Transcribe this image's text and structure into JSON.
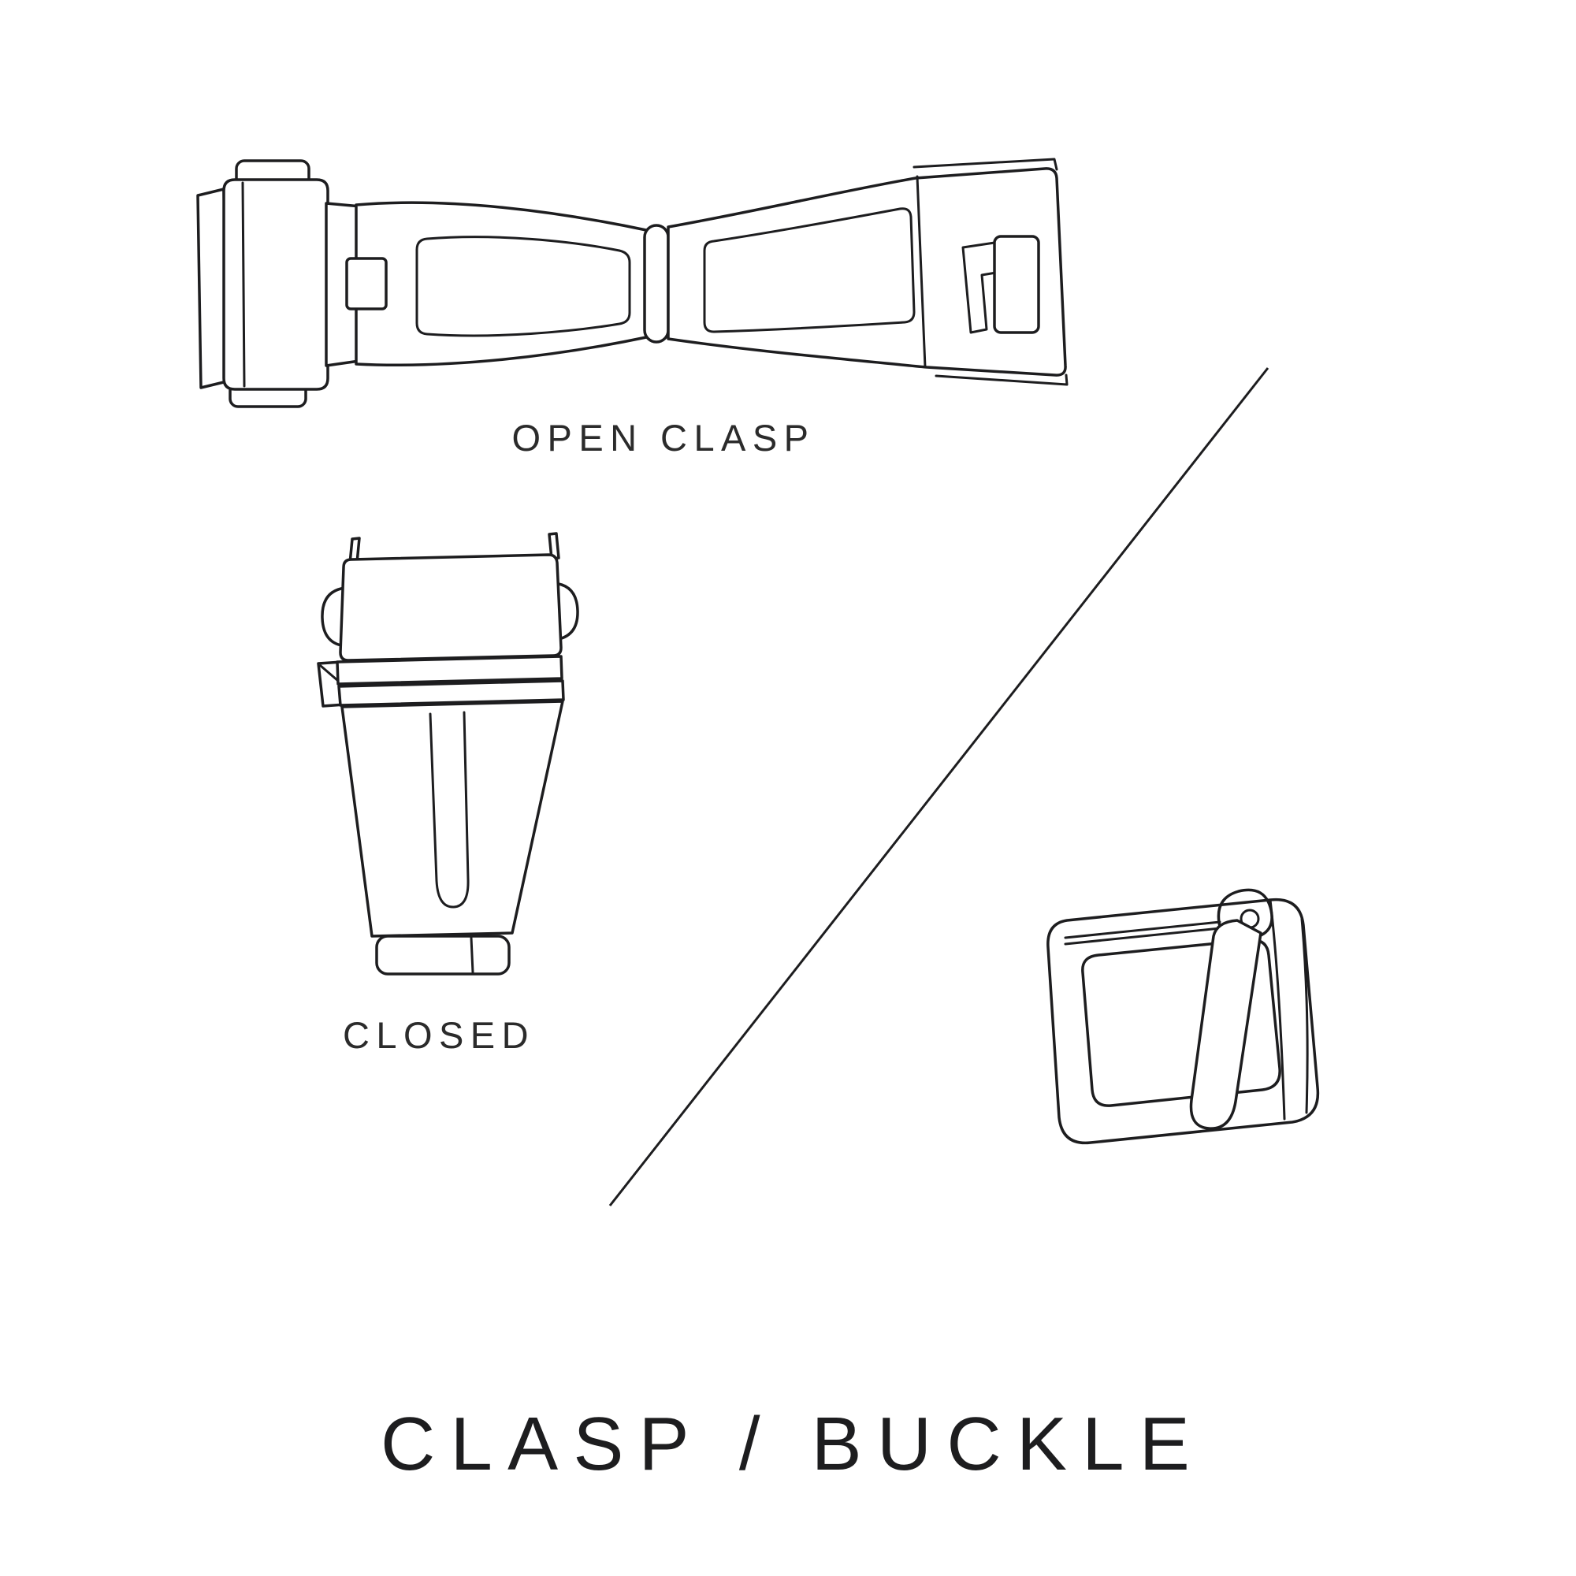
{
  "colors": {
    "bg": "#ffffff",
    "ink": "#1d1d1f",
    "text": "#2b2b2b"
  },
  "labels": {
    "open_clasp": "OPEN CLASP",
    "closed": "CLOSED",
    "title": "CLASP / BUCKLE"
  }
}
